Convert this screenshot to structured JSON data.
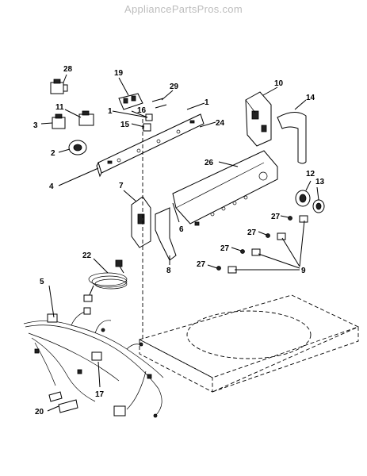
{
  "watermark": "AppliancePartsPros.com",
  "callouts": [
    "28",
    "19",
    "29",
    "10",
    "14",
    "11",
    "1",
    "1",
    "16",
    "3",
    "15",
    "24",
    "2",
    "26",
    "12",
    "13",
    "4",
    "7",
    "27",
    "6",
    "27",
    "8",
    "27",
    "9",
    "27",
    "22",
    "5",
    "17",
    "20"
  ]
}
